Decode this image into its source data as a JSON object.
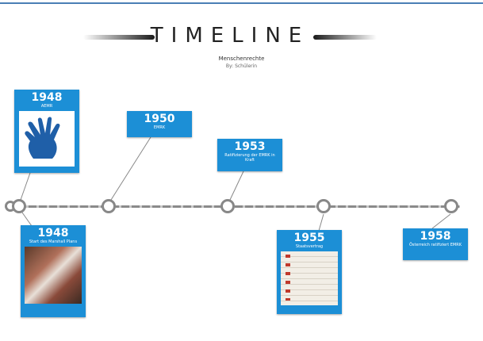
{
  "header": {
    "title": "TIMELINE",
    "subtitle": "Menschenrechte",
    "byline": "By: Schülerin"
  },
  "events": [
    {
      "year": "1948",
      "label": "AEMR",
      "side": "top",
      "image": "raised-hand-icon"
    },
    {
      "year": "1948",
      "label": "Start des Marshall Plans",
      "side": "bottom",
      "image": "photo"
    },
    {
      "year": "1950",
      "label": "EMRK",
      "side": "top"
    },
    {
      "year": "1953",
      "label": "Ratifizierung der EMRK in Kraft",
      "side": "top"
    },
    {
      "year": "1955",
      "label": "Staatsvertrag",
      "side": "bottom",
      "image": "photo"
    },
    {
      "year": "1958",
      "label": "Österreich ratifiziert EMRK",
      "side": "bottom"
    }
  ],
  "colors": {
    "card": "#1c8fd6",
    "axis": "#8a8a8a",
    "accent_line": "#4a7fb5"
  }
}
